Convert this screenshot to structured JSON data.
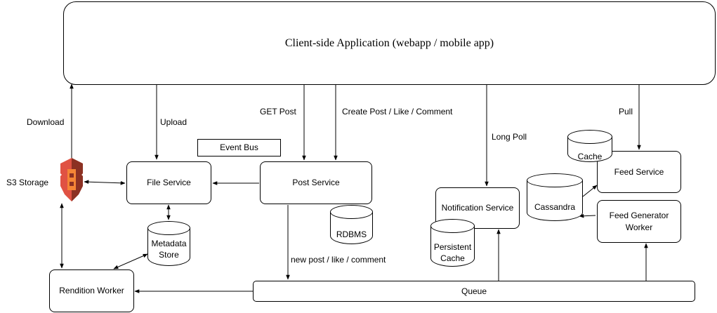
{
  "client": {
    "label": "Client-side Application (webapp / mobile app)"
  },
  "edges": {
    "download": "Download",
    "upload": "Upload",
    "get_post": "GET Post",
    "create_post": "Create Post / Like / Comment",
    "long_poll": "Long Poll",
    "pull": "Pull",
    "new_post": "new post / like / comment"
  },
  "s3": {
    "label": "S3 Storage",
    "icon": "aws-s3-bucket-icon",
    "color": "#E05243"
  },
  "event_bus": {
    "label": "Event Bus"
  },
  "file_service": {
    "label": "File Service"
  },
  "post_service": {
    "label": "Post Service"
  },
  "notification_service": {
    "label": "Notification Service"
  },
  "feed_service": {
    "label": "Feed Service"
  },
  "feed_generator": {
    "line1": "Feed Generator",
    "line2": "Worker"
  },
  "rendition_worker": {
    "label": "Rendition Worker"
  },
  "queue": {
    "label": "Queue"
  },
  "databases": {
    "rdbms": "RDBMS",
    "metadata_line1": "Metadata",
    "metadata_line2": "Store",
    "cache": "Cache",
    "cassandra": "Cassandra",
    "persistent_line1": "Persistent",
    "persistent_line2": "Cache"
  }
}
